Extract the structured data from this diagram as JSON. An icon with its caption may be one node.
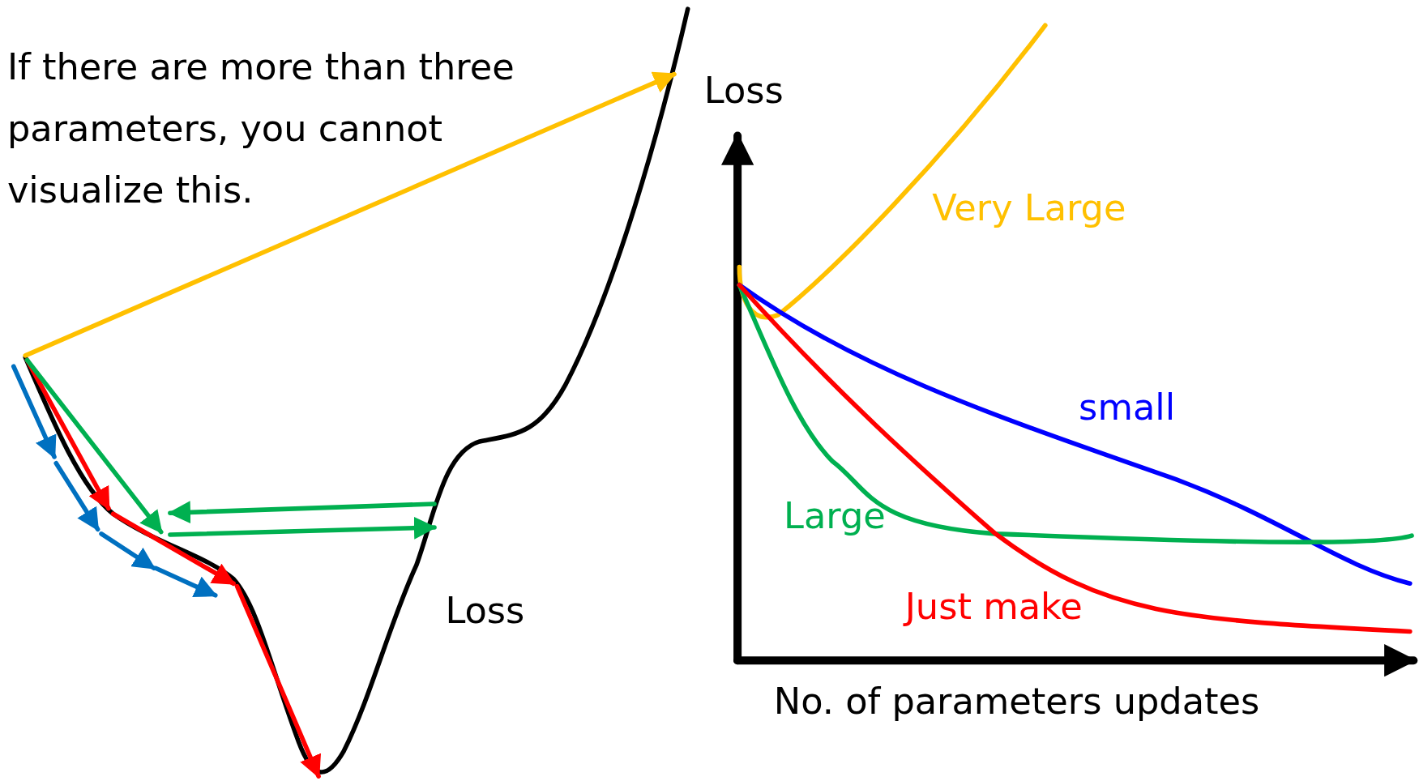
{
  "diagram": {
    "labels": [
      "If there are more than three parameters, you cannot visualize this.",
      "Loss",
      "Loss",
      "Very Large",
      "small",
      "Large",
      "Just make",
      "No. of parameters updates"
    ]
  }
}
